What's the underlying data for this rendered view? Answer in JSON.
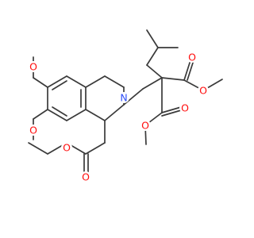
{
  "structure": {
    "atom_labels": {
      "o_meo_top": "O",
      "o_meo_bottom": "O",
      "n_ring": "N",
      "o_ester_carbonyl": "O",
      "o_ester_ether": "O",
      "o_ester1_carbonyl": "O",
      "o_ester1_ether": "O",
      "o_ester2_carbonyl": "O",
      "o_ester2_ether": "O"
    },
    "colors": {
      "bond": "#3a3a3a",
      "oxygen": "#ff0d0d",
      "nitrogen": "#3050f8",
      "background": "#ffffff"
    }
  }
}
